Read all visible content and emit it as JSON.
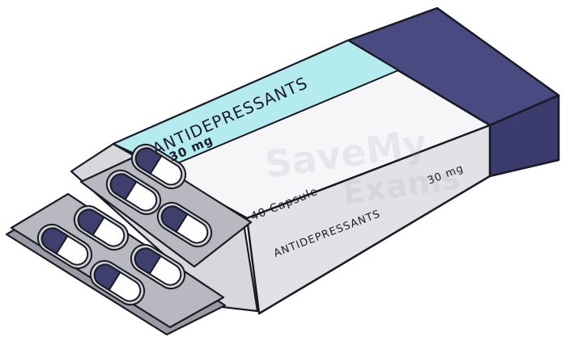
{
  "box": {
    "top_title": "ANTIDEPRESSANTS",
    "top_dose": "30 mg",
    "front_count": "40 Capsule",
    "front_name": "ANTIDEPRESSANTS",
    "front_dose": "30 mg"
  },
  "watermark": {
    "line1": "SaveMy",
    "line2": "Exams"
  },
  "colors": {
    "outline": "#1a1a24",
    "lid_navy": "#4a4a82",
    "lid_navy_dark": "#3b3b6e",
    "top_stripe": "#b3ebef",
    "box_face": "#f6f6f8",
    "box_front": "#e2e2e6",
    "blister_tray": "#b8b8c0",
    "blister_tray_dark": "#9a9aa4",
    "capsule_navy": "#3f3f6e",
    "capsule_white": "#ffffff"
  }
}
